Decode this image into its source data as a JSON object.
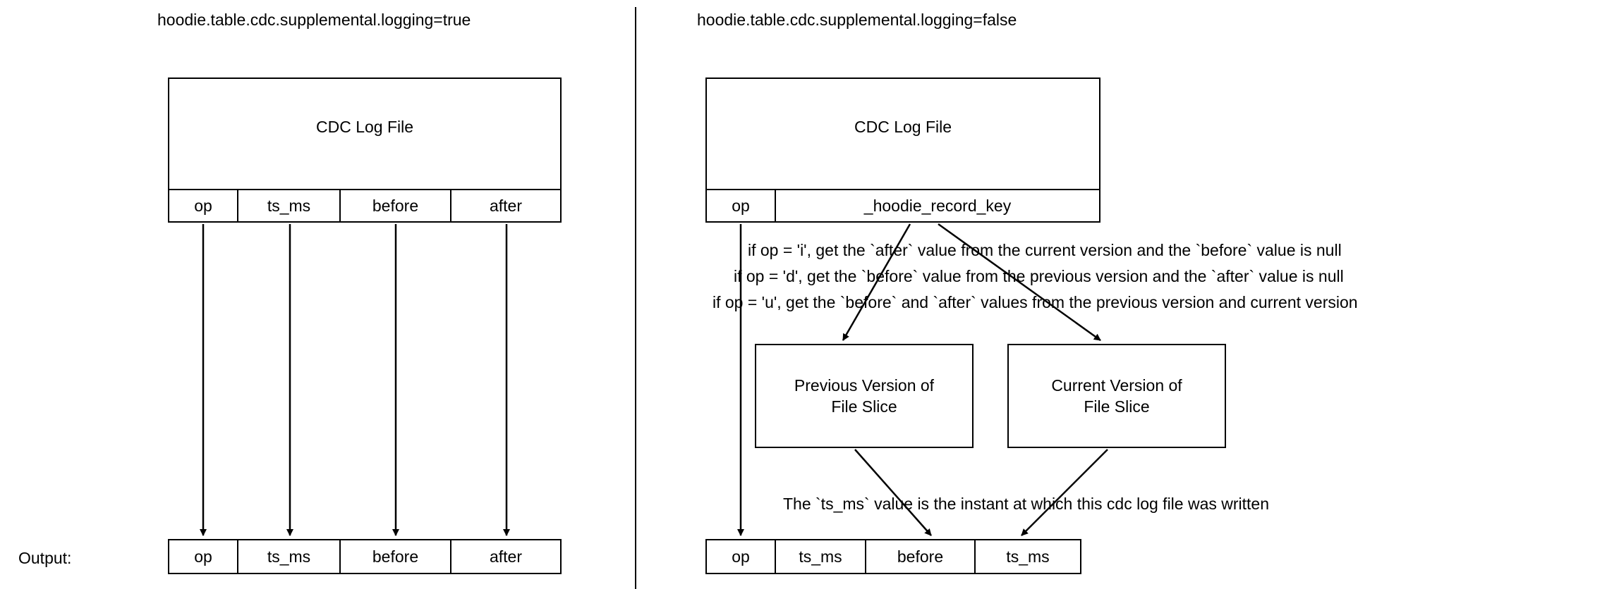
{
  "left_panel": {
    "title": "hoodie.table.cdc.supplemental.logging=true",
    "log_file": {
      "name": "CDC Log File",
      "columns": [
        "op",
        "ts_ms",
        "before",
        "after"
      ]
    },
    "output_label": "Output:",
    "output_columns": [
      "op",
      "ts_ms",
      "before",
      "after"
    ]
  },
  "right_panel": {
    "title": "hoodie.table.cdc.supplemental.logging=false",
    "log_file": {
      "name": "CDC Log File",
      "columns": [
        "op",
        "_hoodie_record_key"
      ]
    },
    "rules": [
      "if op = 'i', get the `after` value from the current version and the `before` value is null",
      "if op = 'd', get the `before` value from the previous version  and the `after` value is null",
      "if op = 'u', get the `before` and `after` values from the previous version and current version"
    ],
    "version_boxes": [
      {
        "line1": "Previous Version of",
        "line2": "File Slice"
      },
      {
        "line1": "Current Version of",
        "line2": "File Slice"
      }
    ],
    "ts_note": "The `ts_ms` value is the instant at which this cdc log file was written",
    "output_columns": [
      "op",
      "ts_ms",
      "before",
      "ts_ms"
    ]
  },
  "colors": {
    "stroke": "#000000",
    "background": "#ffffff"
  }
}
